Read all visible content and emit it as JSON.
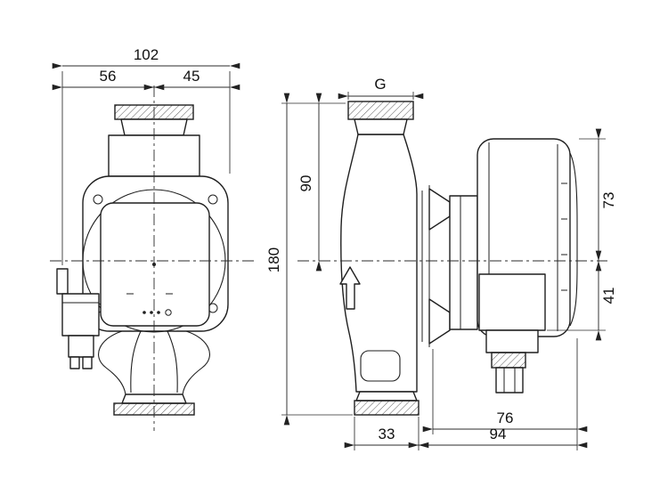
{
  "dims": {
    "total_width": "102",
    "width_left": "56",
    "width_right": "45",
    "connection": "G",
    "port_to_axis": "90",
    "overall_height": "180",
    "axis_to_top": "73",
    "axis_to_box": "41",
    "motor_length": "76",
    "depth_right": "94",
    "depth_left": "33"
  }
}
